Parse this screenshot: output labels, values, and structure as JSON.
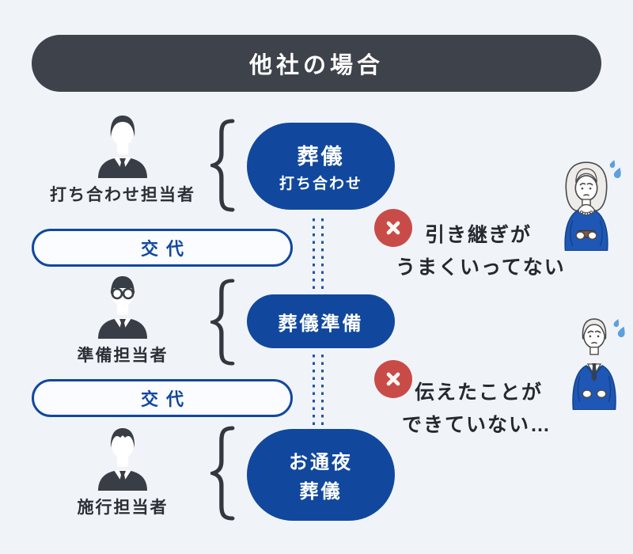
{
  "header": {
    "title": "他社の場合"
  },
  "flow": {
    "change_label": "交代",
    "steps": [
      {
        "person_label": "打ち合わせ担当者",
        "person_icon": "businessman-icon",
        "stage_lines": [
          "葬儀",
          "打ち合わせ"
        ]
      },
      {
        "person_label": "準備担当者",
        "person_icon": "businessman-glasses-icon",
        "stage_lines": [
          "葬儀準備"
        ]
      },
      {
        "person_label": "施行担当者",
        "person_icon": "businessman-icon",
        "stage_lines": [
          "お通夜",
          "葬儀"
        ]
      }
    ]
  },
  "problems": [
    {
      "icon": "x-circle-icon",
      "figure": "worried-elderly-woman-illustration",
      "lines": [
        "引き継ぎが",
        "うまくいってない"
      ]
    },
    {
      "icon": "x-circle-icon",
      "figure": "worried-businessman-illustration",
      "lines": [
        "伝えたことが",
        "できていない…"
      ]
    }
  ],
  "colors": {
    "background": "#f0f4f9",
    "header_bg": "#3e434b",
    "accent_blue": "#11489d",
    "error_red": "#c94b48",
    "text_dark": "#2b2f36",
    "illustration_blue": "#1e57b5"
  }
}
